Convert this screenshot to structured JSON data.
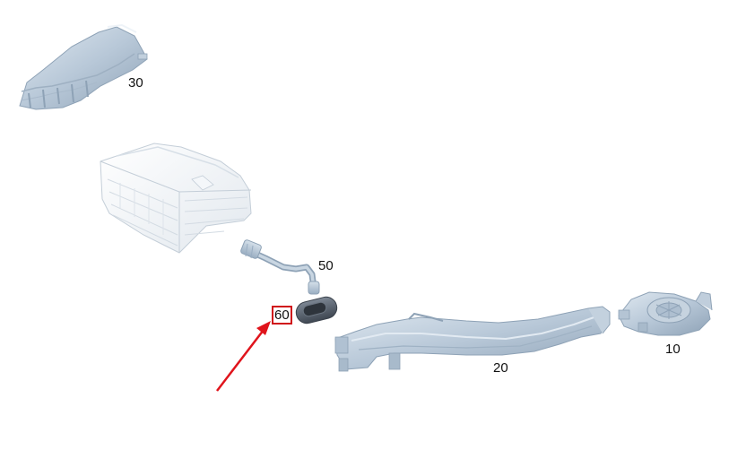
{
  "callouts": {
    "part_30": "30",
    "part_50": "50",
    "part_60": "60",
    "part_20": "20",
    "part_10": "10"
  },
  "colors": {
    "part_fill": "#b8c8d8",
    "part_shadow": "#8ea2b6",
    "part_highlight": "#dfe8f0",
    "module_fill": "#eef2f6",
    "module_line": "#c4ced8",
    "grommet": "#5b6470",
    "highlight_frame": "#d0131a",
    "arrow": "#e0141c"
  },
  "highlighted_part": "60"
}
